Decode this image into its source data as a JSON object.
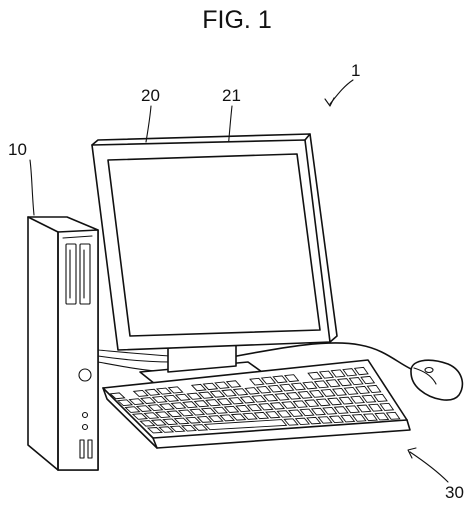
{
  "figure": {
    "title": "FIG. 1"
  },
  "labels": {
    "system": "1",
    "tower": "10",
    "monitor": "20",
    "screen": "21",
    "keyboard": "30"
  }
}
